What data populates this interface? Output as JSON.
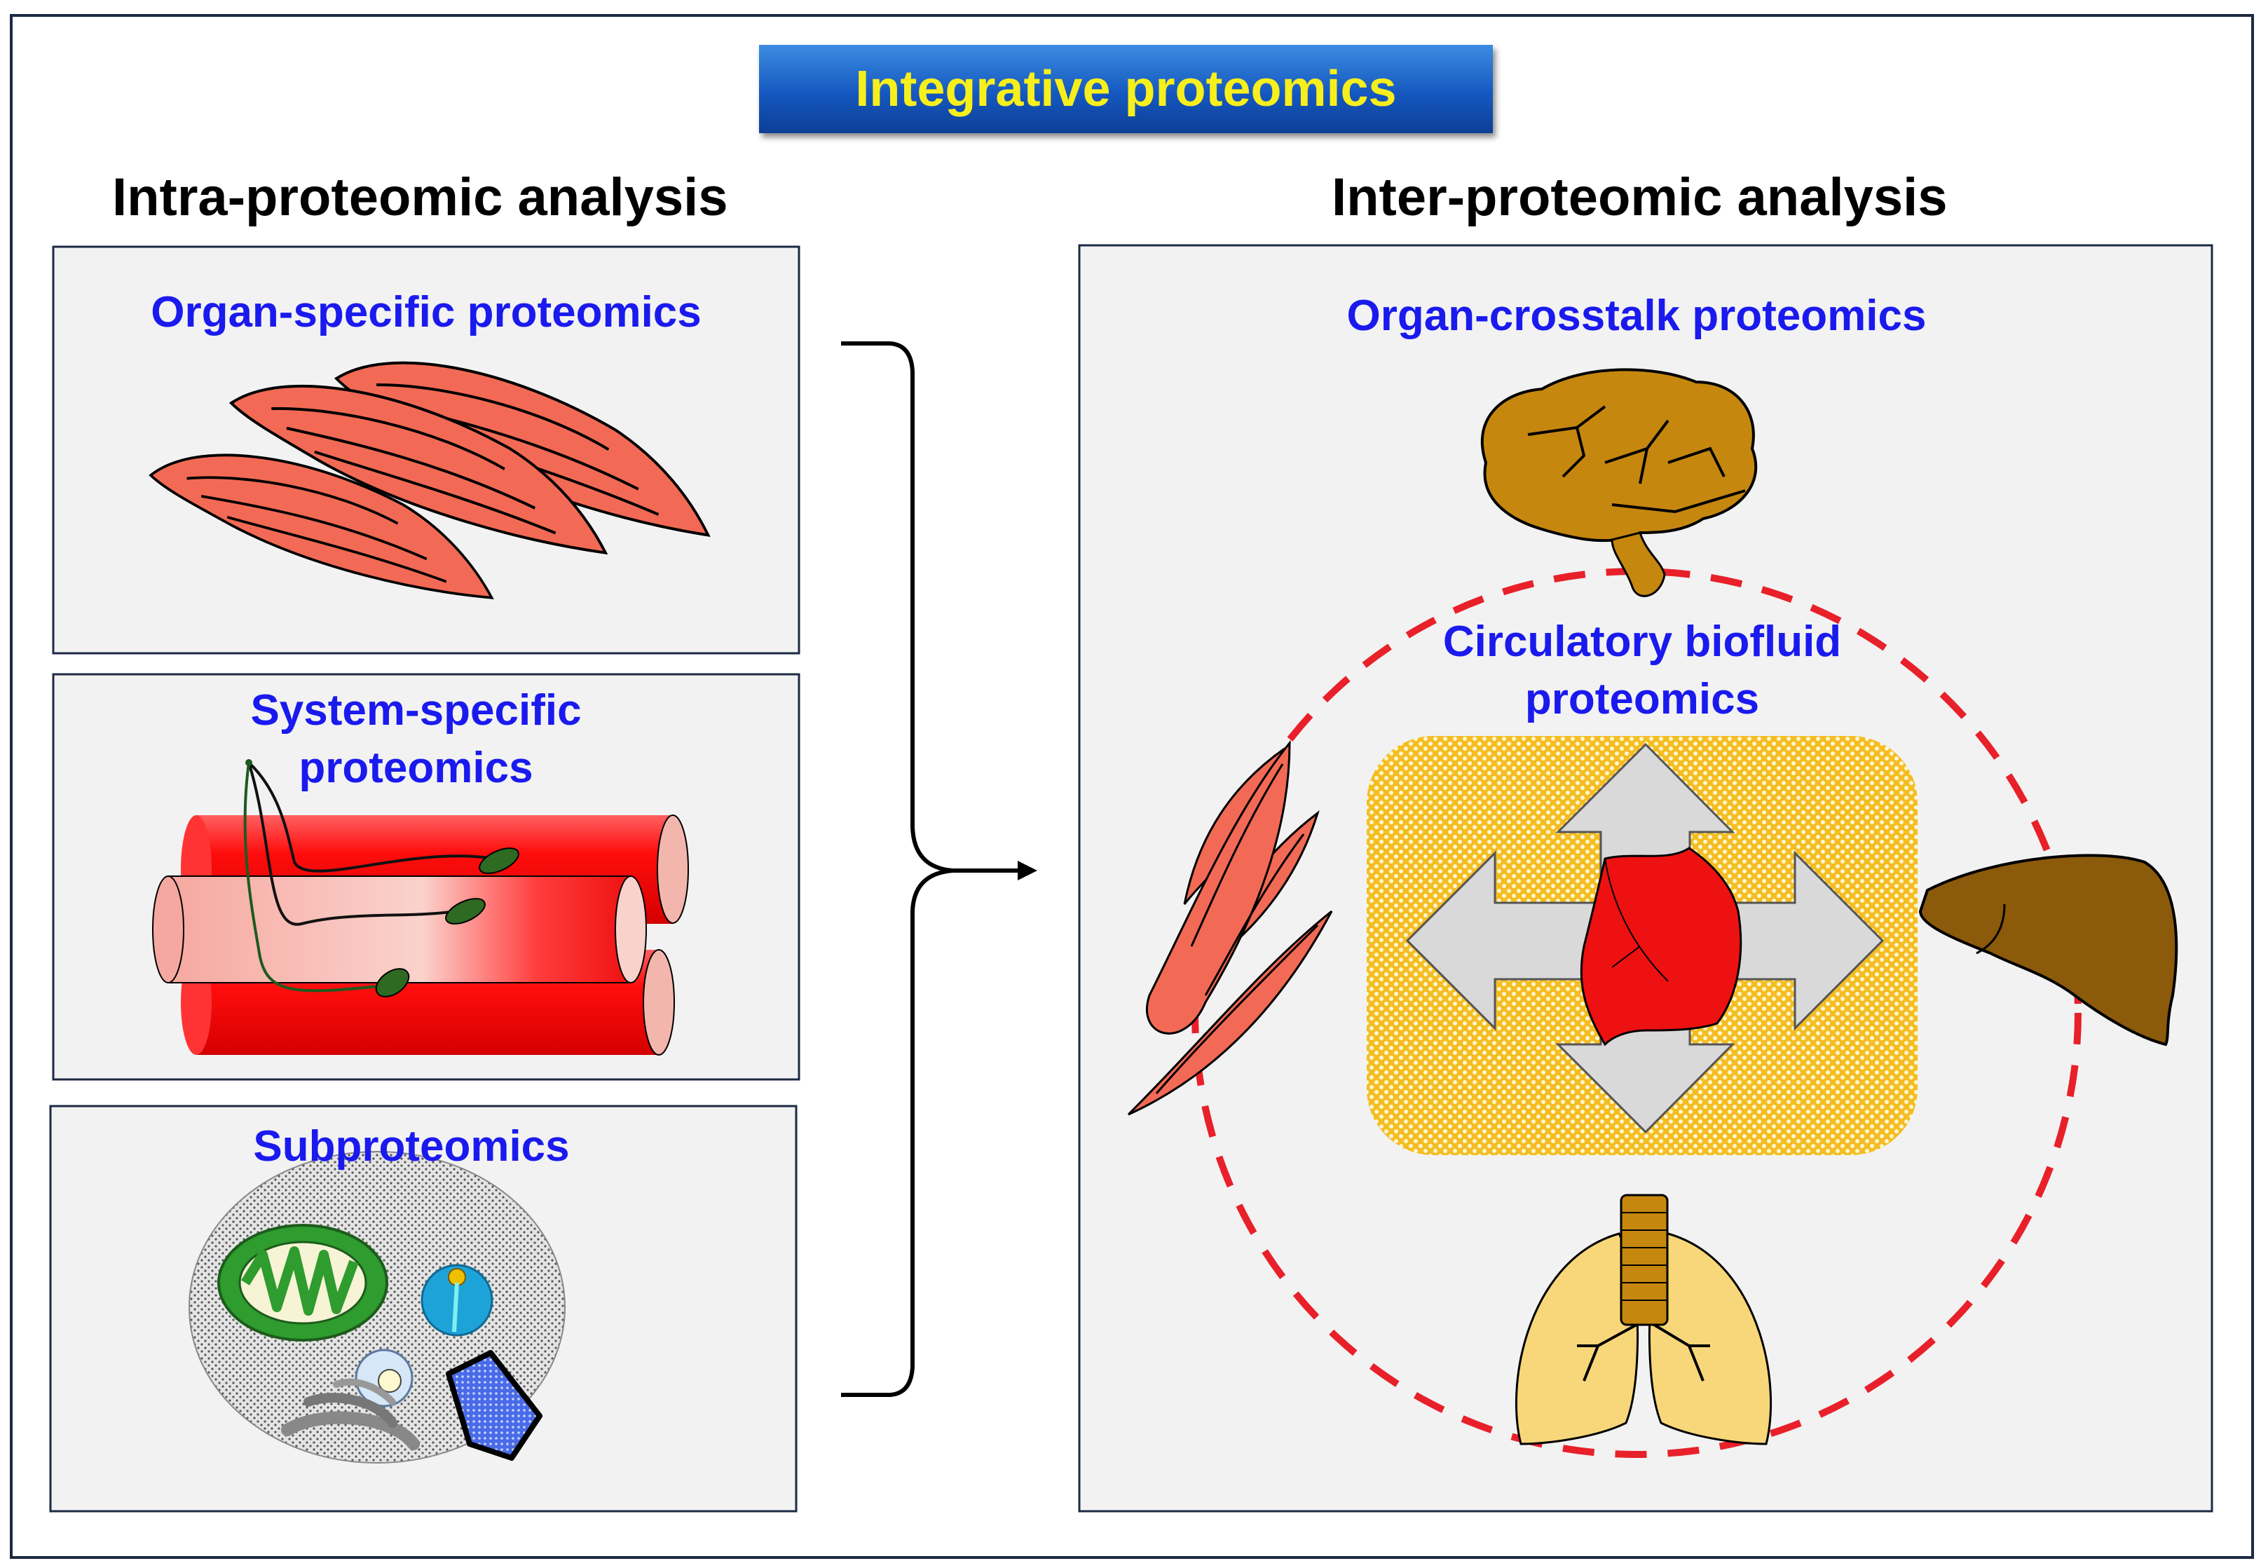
{
  "title": "Integrative proteomics",
  "left": {
    "heading": "Intra-proteomic analysis",
    "panels": [
      {
        "label": "Organ-specific proteomics"
      },
      {
        "label_line1": "System-specific",
        "label_line2": "proteomics"
      },
      {
        "label": "Subproteomics"
      }
    ]
  },
  "right": {
    "heading": "Inter-proteomic analysis",
    "panel_label": "Organ-crosstalk proteomics",
    "center_line1": "Circulatory biofluid",
    "center_line2": "proteomics"
  },
  "colors": {
    "title_text": "#f7ef1c",
    "title_bg": "#1558c0",
    "label_blue": "#1a1aee",
    "muscle": "#f26a55",
    "blood_vessel": "#ee1111",
    "dashed_circle": "#e8202a",
    "brain": "#c6870f",
    "liver": "#8b5a0a",
    "lungs": "#f7d779",
    "biofluid": "#f7c42a",
    "heart": "#ee1111"
  },
  "icons": [
    "muscle-fibers",
    "blood-vessels-with-nerve",
    "cell-organelles",
    "brain",
    "muscle",
    "liver",
    "lungs",
    "heart",
    "four-way-arrow"
  ]
}
